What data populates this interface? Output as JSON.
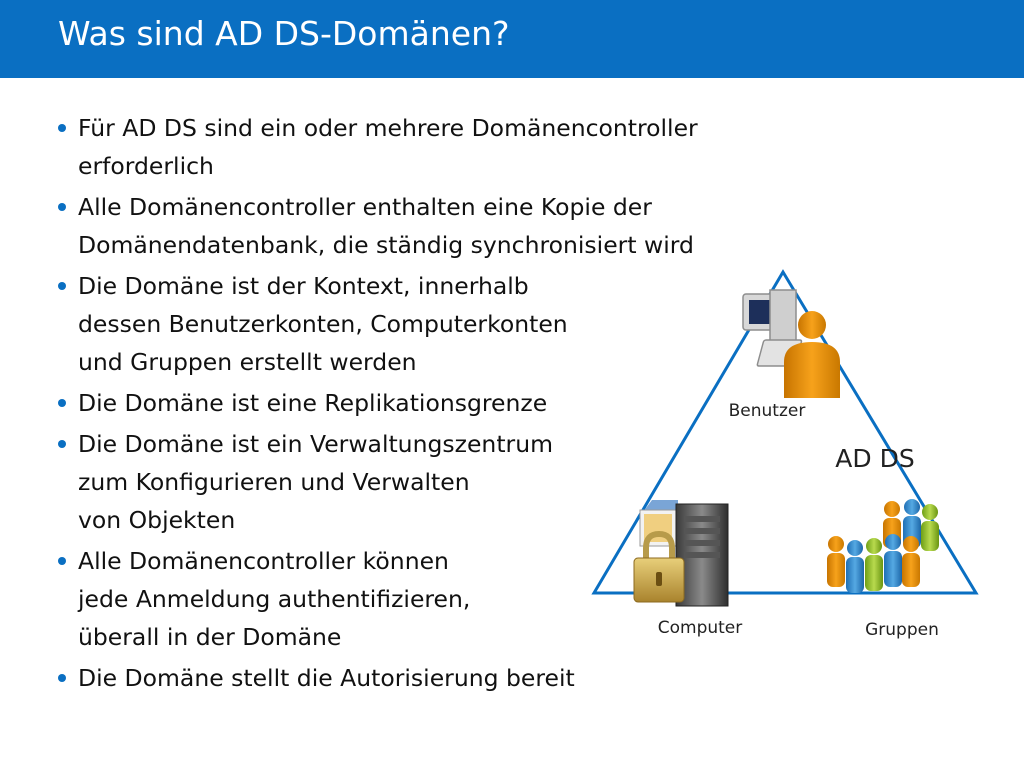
{
  "slide": {
    "title": "Was sind AD DS-Domänen?",
    "bullets": [
      {
        "lines": [
          "Für AD DS sind ein oder mehrere Domänencontroller",
          "erforderlich"
        ]
      },
      {
        "lines": [
          "Alle Domänencontroller enthalten eine Kopie der",
          "Domänendatenbank, die ständig synchronisiert wird"
        ]
      },
      {
        "lines": [
          "Die Domäne ist der Kontext, innerhalb",
          "dessen Benutzerkonten, Computerkonten",
          "und Gruppen erstellt werden"
        ]
      },
      {
        "lines": [
          "Die Domäne ist eine Replikationsgrenze"
        ]
      },
      {
        "lines": [
          "Die Domäne ist ein Verwaltungszentrum",
          "zum Konfigurieren und Verwalten",
          "von Objekten"
        ]
      },
      {
        "lines": [
          "Alle Domänencontroller können",
          "jede Anmeldung authentifizieren,",
          "überall in der Domäne"
        ]
      },
      {
        "lines": [
          "Die Domäne stellt die Autorisierung bereit"
        ]
      }
    ]
  },
  "diagram": {
    "center_label": "AD DS",
    "vertices": {
      "users": "Benutzer",
      "computer": "Computer",
      "groups": "Gruppen"
    }
  },
  "colors": {
    "header": "#0a6fc2",
    "bullet": "#0a6fc2",
    "triangle": "#0a6fc2"
  }
}
